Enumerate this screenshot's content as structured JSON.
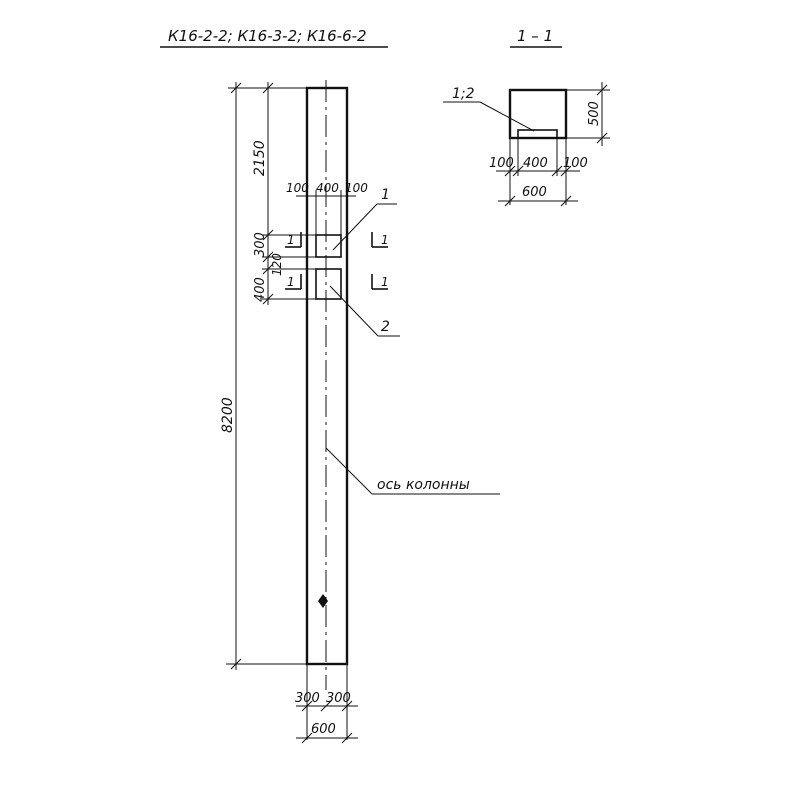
{
  "titles": {
    "main": "К16-2-2; К16-3-2; К16-6-2",
    "section": "1 – 1"
  },
  "dims": {
    "total_height": "8200",
    "top_to_openings": "2150",
    "opening1_height": "300",
    "gap_between": "120",
    "opening2_height": "400",
    "offset_left": "100",
    "opening_width": "400",
    "offset_right": "100",
    "half_left": "300",
    "half_right": "300",
    "column_width": "600"
  },
  "section_dims": {
    "height": "500",
    "left": "100",
    "middle": "400",
    "right": "100",
    "width": "600"
  },
  "labels": {
    "leader_1": "1",
    "leader_2": "2",
    "section_leader": "1;2",
    "axis": "ось колонны",
    "cut_marker": "1"
  }
}
